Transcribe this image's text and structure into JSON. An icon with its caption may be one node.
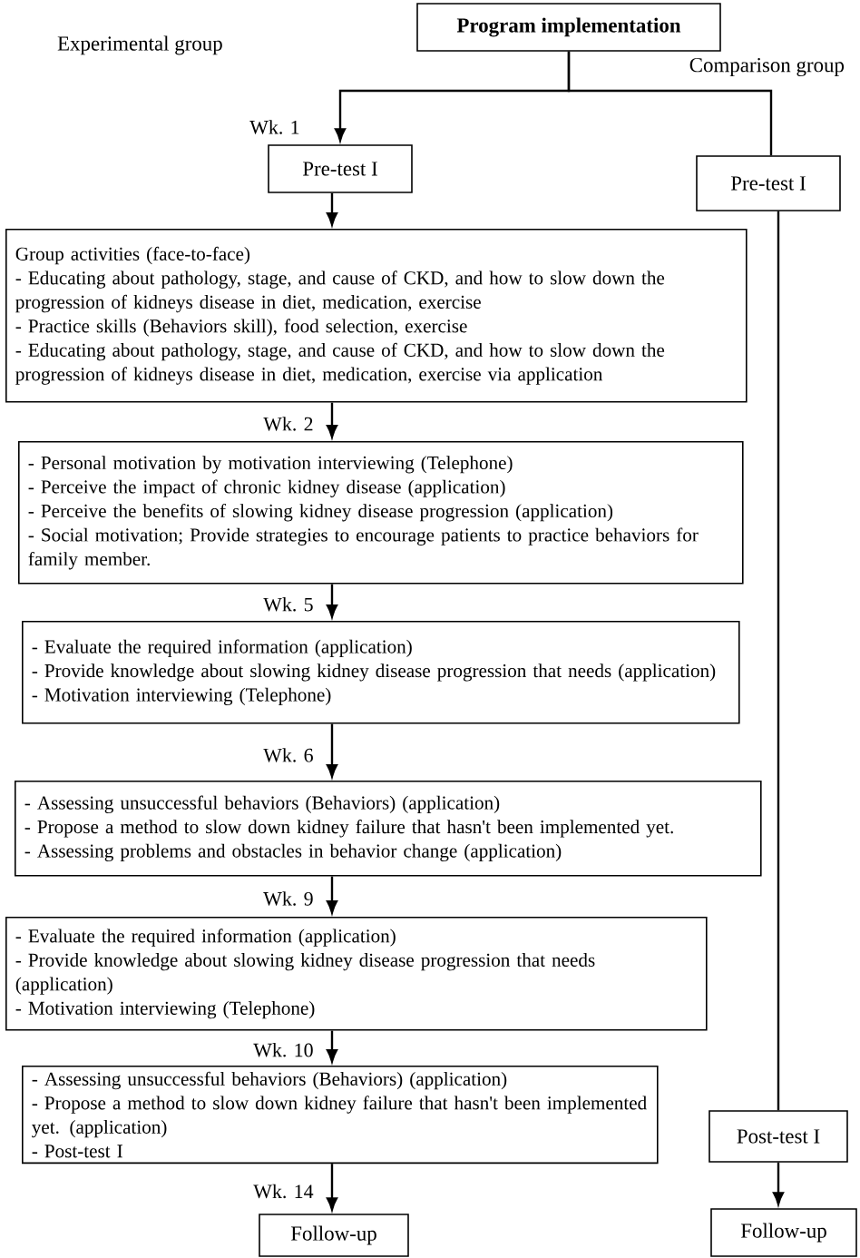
{
  "diagram": {
    "nodes": [
      {
        "text": [
          "Program implementation"
        ]
      },
      {
        "text": [
          "Pre-test I"
        ]
      },
      {
        "text": [
          "Pre-test I"
        ]
      },
      {
        "text": [
          "Group activities (face-to-face)",
          "- Educating about pathology, stage, and cause of CKD, and how to slow down the progression of kidneys disease in diet, medication, exercise",
          "- Practice skills (Behaviors skill), food selection, exercise",
          "- Educating about pathology, stage, and cause of CKD, and how to slow down the progression of kidneys disease in diet, medication, exercise via application"
        ]
      },
      {
        "text": [
          "- Personal motivation by motivation interviewing (Telephone)",
          "- Perceive the impact of chronic kidney disease (application)",
          "- Perceive the benefits of slowing kidney disease progression (application)",
          "- Social motivation; Provide strategies to encourage patients to practice behaviors for family member."
        ]
      },
      {
        "text": [
          "- Evaluate the required information (application)",
          "- Provide knowledge about slowing kidney disease progression that needs (application)",
          "- Motivation interviewing (Telephone)"
        ]
      },
      {
        "text": [
          "- Assessing unsuccessful behaviors (Behaviors) (application)",
          "- Propose a method to slow down kidney failure that hasn't been implemented yet.",
          "- Assessing problems and obstacles in behavior change (application)"
        ]
      },
      {
        "text": [
          "- Evaluate the required information (application)",
          "- Provide knowledge about slowing kidney disease progression that needs (application)",
          "- Motivation interviewing (Telephone)"
        ]
      },
      {
        "text": [
          "- Assessing unsuccessful behaviors (Behaviors) (application)",
          "- Propose a method to slow down kidney failure that hasn't been implemented yet. (application)",
          "- Post-test I"
        ]
      },
      {
        "text": [
          "Follow-up"
        ]
      },
      {
        "text": [
          "Post-test I"
        ]
      },
      {
        "text": [
          "Follow-up"
        ]
      }
    ],
    "edges": [
      {
        "from": 0,
        "to": 1,
        "arrow": "to",
        "label": "Wk. 1"
      },
      {
        "from": 0,
        "to": 2,
        "arrow": "none"
      },
      {
        "from": 1,
        "to": 3,
        "arrow": "to"
      },
      {
        "from": 2,
        "to": 10,
        "arrow": "none"
      },
      {
        "from": 3,
        "to": 4,
        "arrow": "to",
        "label": "Wk. 2"
      },
      {
        "from": 4,
        "to": 5,
        "arrow": "to",
        "label": "Wk. 5"
      },
      {
        "from": 5,
        "to": 6,
        "arrow": "to",
        "label": "Wk. 6"
      },
      {
        "from": 6,
        "to": 7,
        "arrow": "to",
        "label": "Wk. 9"
      },
      {
        "from": 7,
        "to": 8,
        "arrow": "to",
        "label": "Wk. 10"
      },
      {
        "from": 8,
        "to": 9,
        "arrow": "to",
        "label": "Wk. 14"
      },
      {
        "from": 10,
        "to": 11,
        "arrow": "to"
      }
    ],
    "labels": [
      "Experimental group",
      "Comparison group"
    ]
  }
}
